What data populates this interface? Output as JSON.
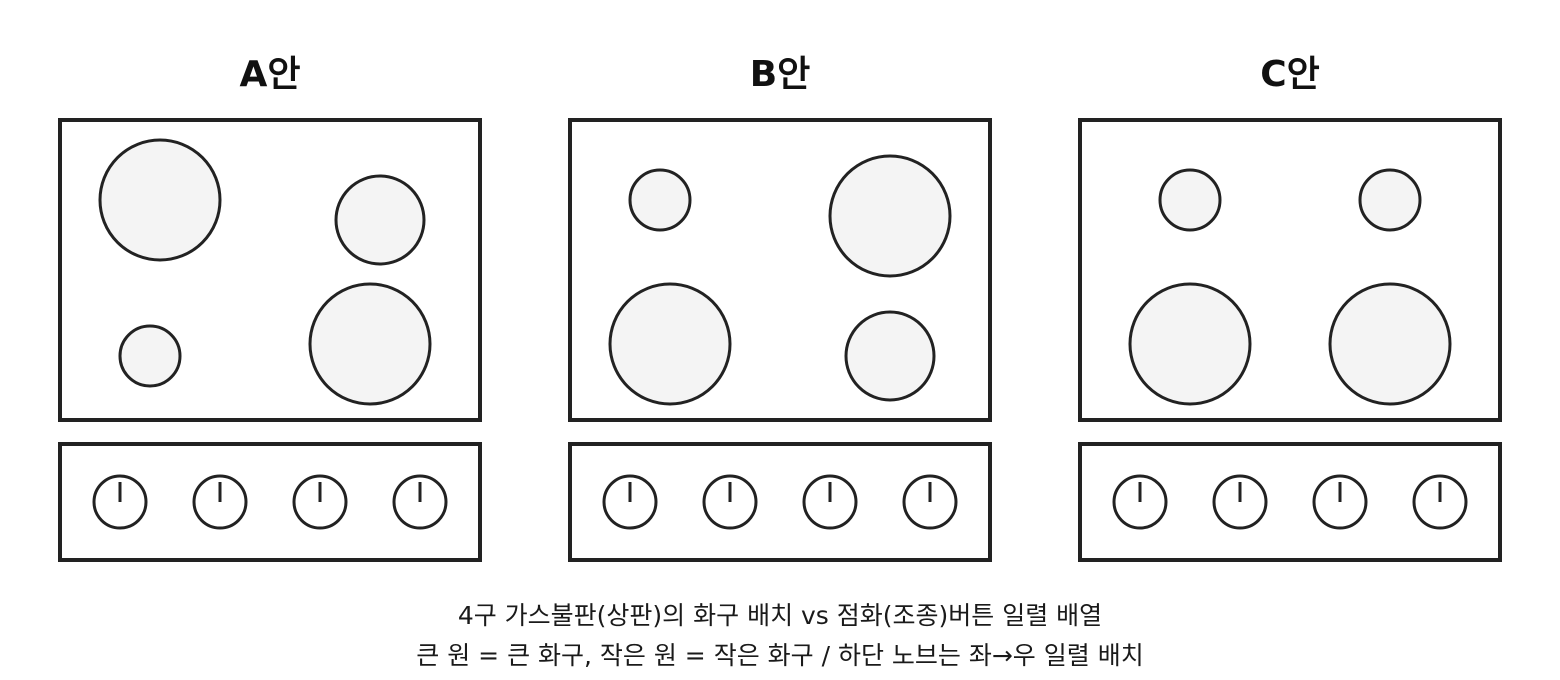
{
  "panels": [
    {
      "title": "A안",
      "burners": [
        {
          "position": "top-left",
          "size": "large"
        },
        {
          "position": "top-right",
          "size": "medium"
        },
        {
          "position": "bottom-left",
          "size": "small"
        },
        {
          "position": "bottom-right",
          "size": "large"
        }
      ],
      "knob_count": 4
    },
    {
      "title": "B안",
      "burners": [
        {
          "position": "top-left",
          "size": "small"
        },
        {
          "position": "top-right",
          "size": "large"
        },
        {
          "position": "bottom-left",
          "size": "large"
        },
        {
          "position": "bottom-right",
          "size": "medium"
        }
      ],
      "knob_count": 4
    },
    {
      "title": "C안",
      "burners": [
        {
          "position": "top-left",
          "size": "small"
        },
        {
          "position": "top-right",
          "size": "small"
        },
        {
          "position": "bottom-left",
          "size": "large"
        },
        {
          "position": "bottom-right",
          "size": "large"
        }
      ],
      "knob_count": 4
    }
  ],
  "caption": {
    "line1": "4구 가스불판(상판)의 화구 배치 vs 점화(조종)버튼 일렬 배열",
    "line2": "큰 원 = 큰 화구, 작은 원 = 작은 화구 / 하단 노브는 좌→우 일렬 배치"
  },
  "colors": {
    "stroke": "#222222",
    "burner_fill": "#f4f4f4",
    "background": "#ffffff"
  }
}
